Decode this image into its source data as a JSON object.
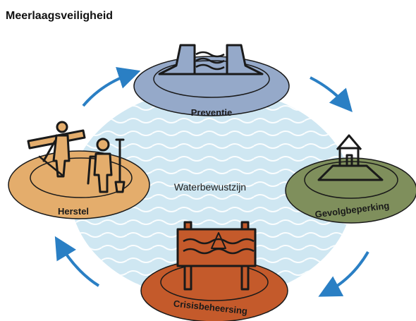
{
  "title": "Meerlaagsveiligheid",
  "center_label": "Waterbewustzijn",
  "layers": [
    {
      "name": "Preventie",
      "color": "#95a9c9",
      "icon": "dike-icon"
    },
    {
      "name": "Gevolgbeperking",
      "color": "#7f8f5c",
      "icon": "house-on-mound-icon"
    },
    {
      "name": "Crisisbeheersing",
      "color": "#c45a2b",
      "icon": "warning-sign-icon"
    },
    {
      "name": "Herstel",
      "color": "#e4ad6c",
      "icon": "workers-icon"
    }
  ],
  "colors": {
    "water": "#cfe7f2",
    "wave": "#ffffff",
    "arrow": "#2a7fc4",
    "outline": "#1a1a1a"
  }
}
